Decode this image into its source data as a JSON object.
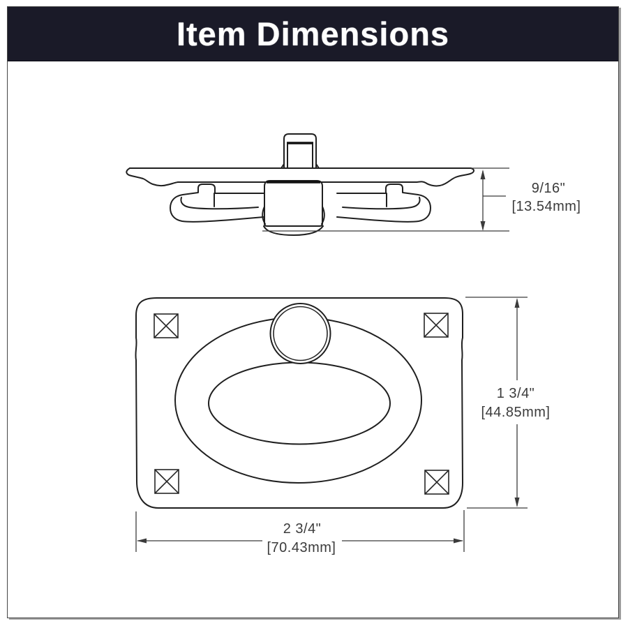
{
  "header": {
    "title": "Item Dimensions"
  },
  "drawing": {
    "item": "ring-pull-hardware-technical-drawing",
    "side_view": {
      "height_dim": {
        "inches": "9/16\"",
        "mm": "[13.54mm]"
      }
    },
    "front_view": {
      "height_dim": {
        "inches": "1 3/4\"",
        "mm": "[44.85mm]"
      },
      "width_dim": {
        "inches": "2 3/4\"",
        "mm": "[70.43mm]"
      }
    }
  },
  "colors": {
    "header_bg": "#1a1a28",
    "header_text": "#ffffff",
    "drawing_line": "#1f1f1f",
    "dimension": "#3b3b3b",
    "frame_border": "#454545",
    "frame_shadow": "#9e9e9e"
  }
}
